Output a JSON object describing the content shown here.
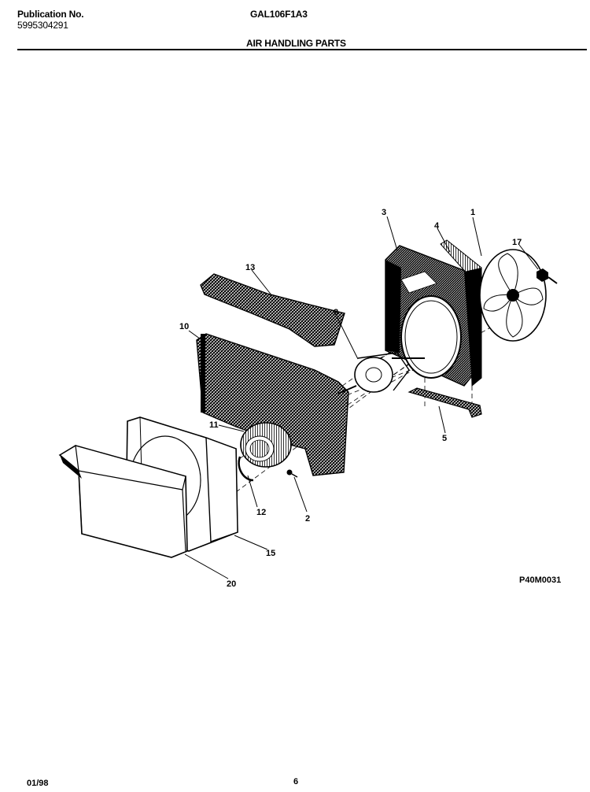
{
  "header": {
    "publication_label": "Publication No.",
    "publication_number": "5995304291",
    "model": "GAL106F1A3",
    "section_title": "AIR HANDLING PARTS"
  },
  "diagram": {
    "callouts": [
      "1",
      "2",
      "3",
      "4",
      "5",
      "8",
      "10",
      "11",
      "12",
      "13",
      "15",
      "17",
      "20"
    ],
    "drawing_code": "P40M0031"
  },
  "footer": {
    "date": "01/98",
    "page": "6"
  }
}
